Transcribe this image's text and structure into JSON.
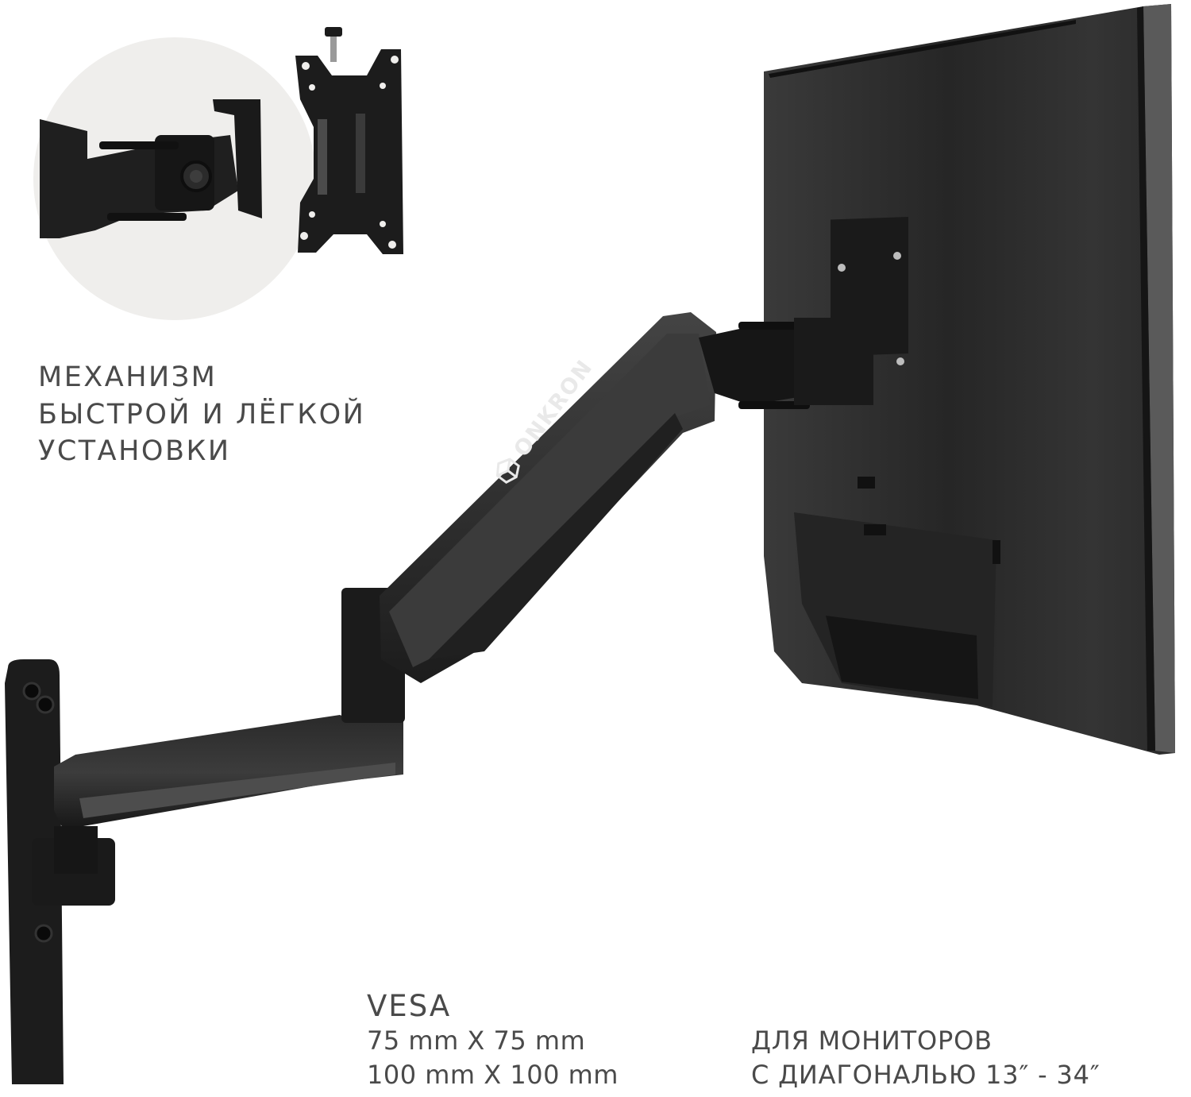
{
  "callout": {
    "lines": [
      "МЕХАНИЗМ",
      "БЫСТРОЙ И ЛЁГКОЙ",
      "УСТАНОВКИ"
    ]
  },
  "vesa": {
    "title": "VESA",
    "sizes": [
      "75 mm X 75 mm",
      "100 mm X 100 mm"
    ]
  },
  "monitor_support": {
    "lines": [
      "ДЛЯ МОНИТОРОВ",
      "С ДИАГОНАЛЬЮ 13″ - 34″"
    ]
  },
  "brand": {
    "name": "ONKRON",
    "logo_icon": "onkron-cube-logo"
  },
  "colors": {
    "text": "#4a4a4a",
    "metal_dark": "#1e1e1e",
    "metal_mid": "#3a3a3a",
    "monitor_back": "#2e2e2e",
    "inset_circle": "#efeeec",
    "background": "#ffffff"
  }
}
